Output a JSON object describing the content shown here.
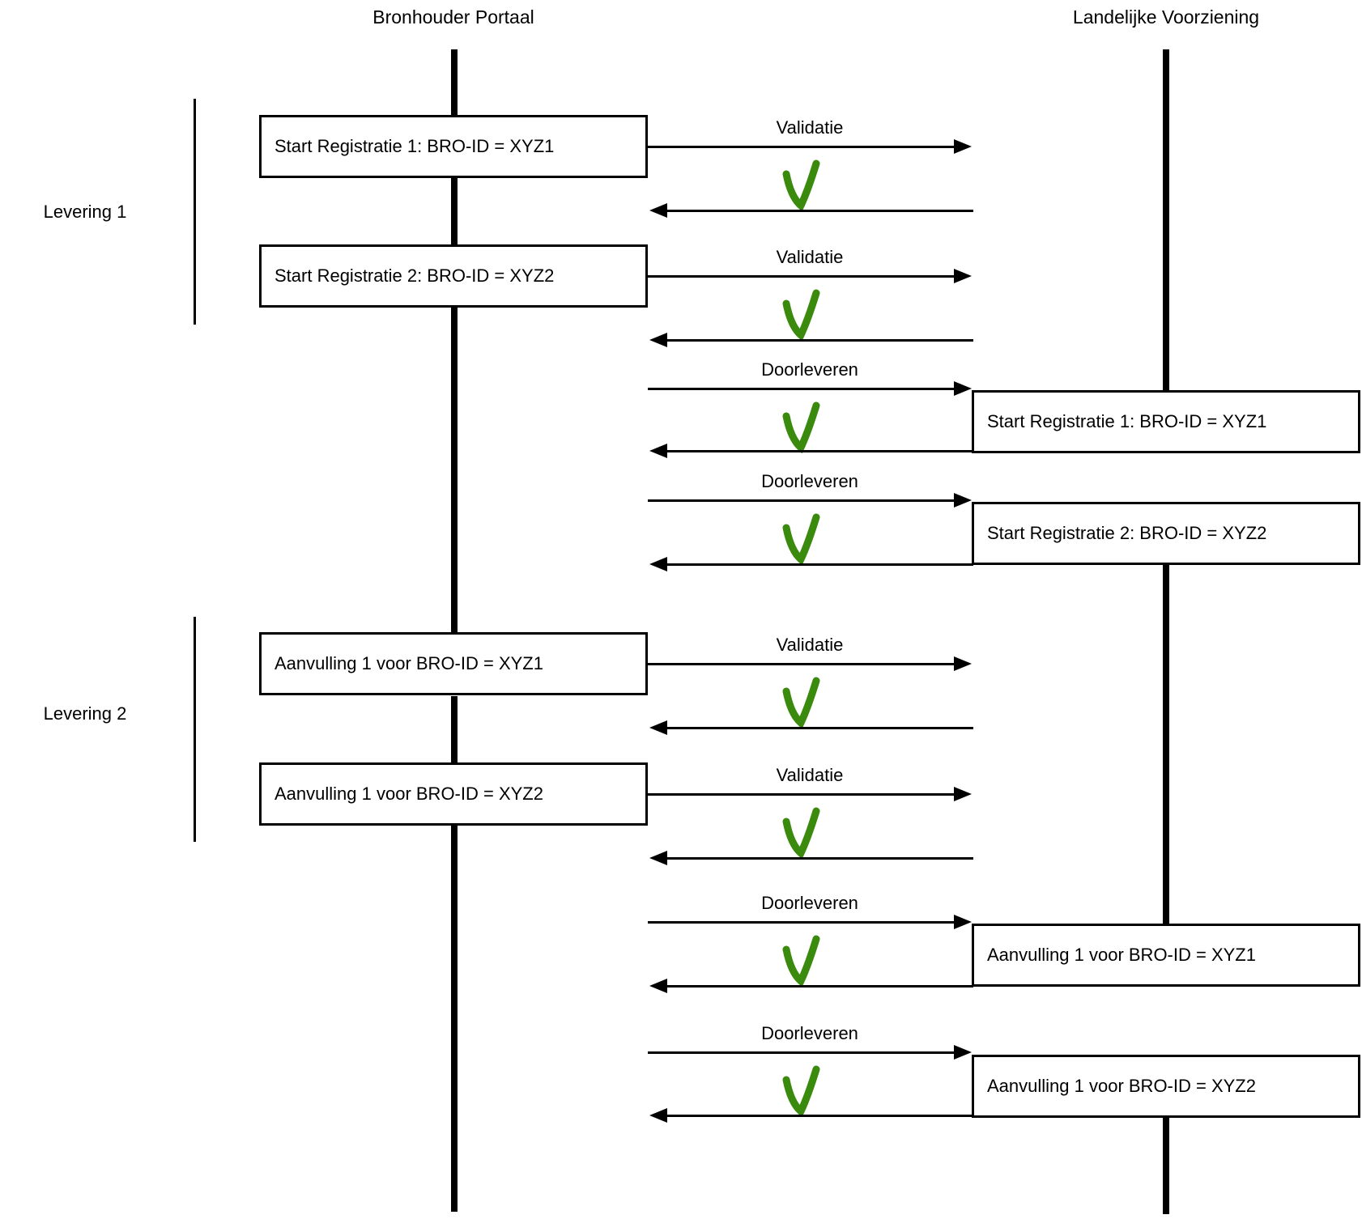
{
  "actors": [
    {
      "name": "Bronhouder Portaal"
    },
    {
      "name": "Landelijke Voorziening"
    }
  ],
  "colors": {
    "check_green": "#3a8a0e",
    "line_black": "#000000"
  },
  "icons": {
    "ack": "green-check"
  },
  "deliveries": [
    {
      "label": "Levering 1",
      "steps": [
        {
          "type": "validation",
          "portal_box": "Start Registratie 1: BRO-ID = XYZ1",
          "arrow_label": "Validatie",
          "ack_icon": "green-check"
        },
        {
          "type": "validation",
          "portal_box": "Start Registratie 2: BRO-ID = XYZ2",
          "arrow_label": "Validatie",
          "ack_icon": "green-check"
        },
        {
          "type": "forward",
          "lv_box": "Start Registratie 1: BRO-ID = XYZ1",
          "arrow_label": "Doorleveren",
          "ack_icon": "green-check"
        },
        {
          "type": "forward",
          "lv_box": "Start Registratie 2: BRO-ID = XYZ2",
          "arrow_label": "Doorleveren",
          "ack_icon": "green-check"
        }
      ]
    },
    {
      "label": "Levering 2",
      "steps": [
        {
          "type": "validation",
          "portal_box": "Aanvulling 1 voor BRO-ID = XYZ1",
          "arrow_label": "Validatie",
          "ack_icon": "green-check"
        },
        {
          "type": "validation",
          "portal_box": "Aanvulling 1 voor BRO-ID = XYZ2",
          "arrow_label": "Validatie",
          "ack_icon": "green-check"
        },
        {
          "type": "forward",
          "lv_box": "Aanvulling 1 voor BRO-ID = XYZ1",
          "arrow_label": "Doorleveren",
          "ack_icon": "green-check"
        },
        {
          "type": "forward",
          "lv_box": "Aanvulling 1 voor BRO-ID = XYZ2",
          "arrow_label": "Doorleveren",
          "ack_icon": "green-check"
        }
      ]
    }
  ]
}
